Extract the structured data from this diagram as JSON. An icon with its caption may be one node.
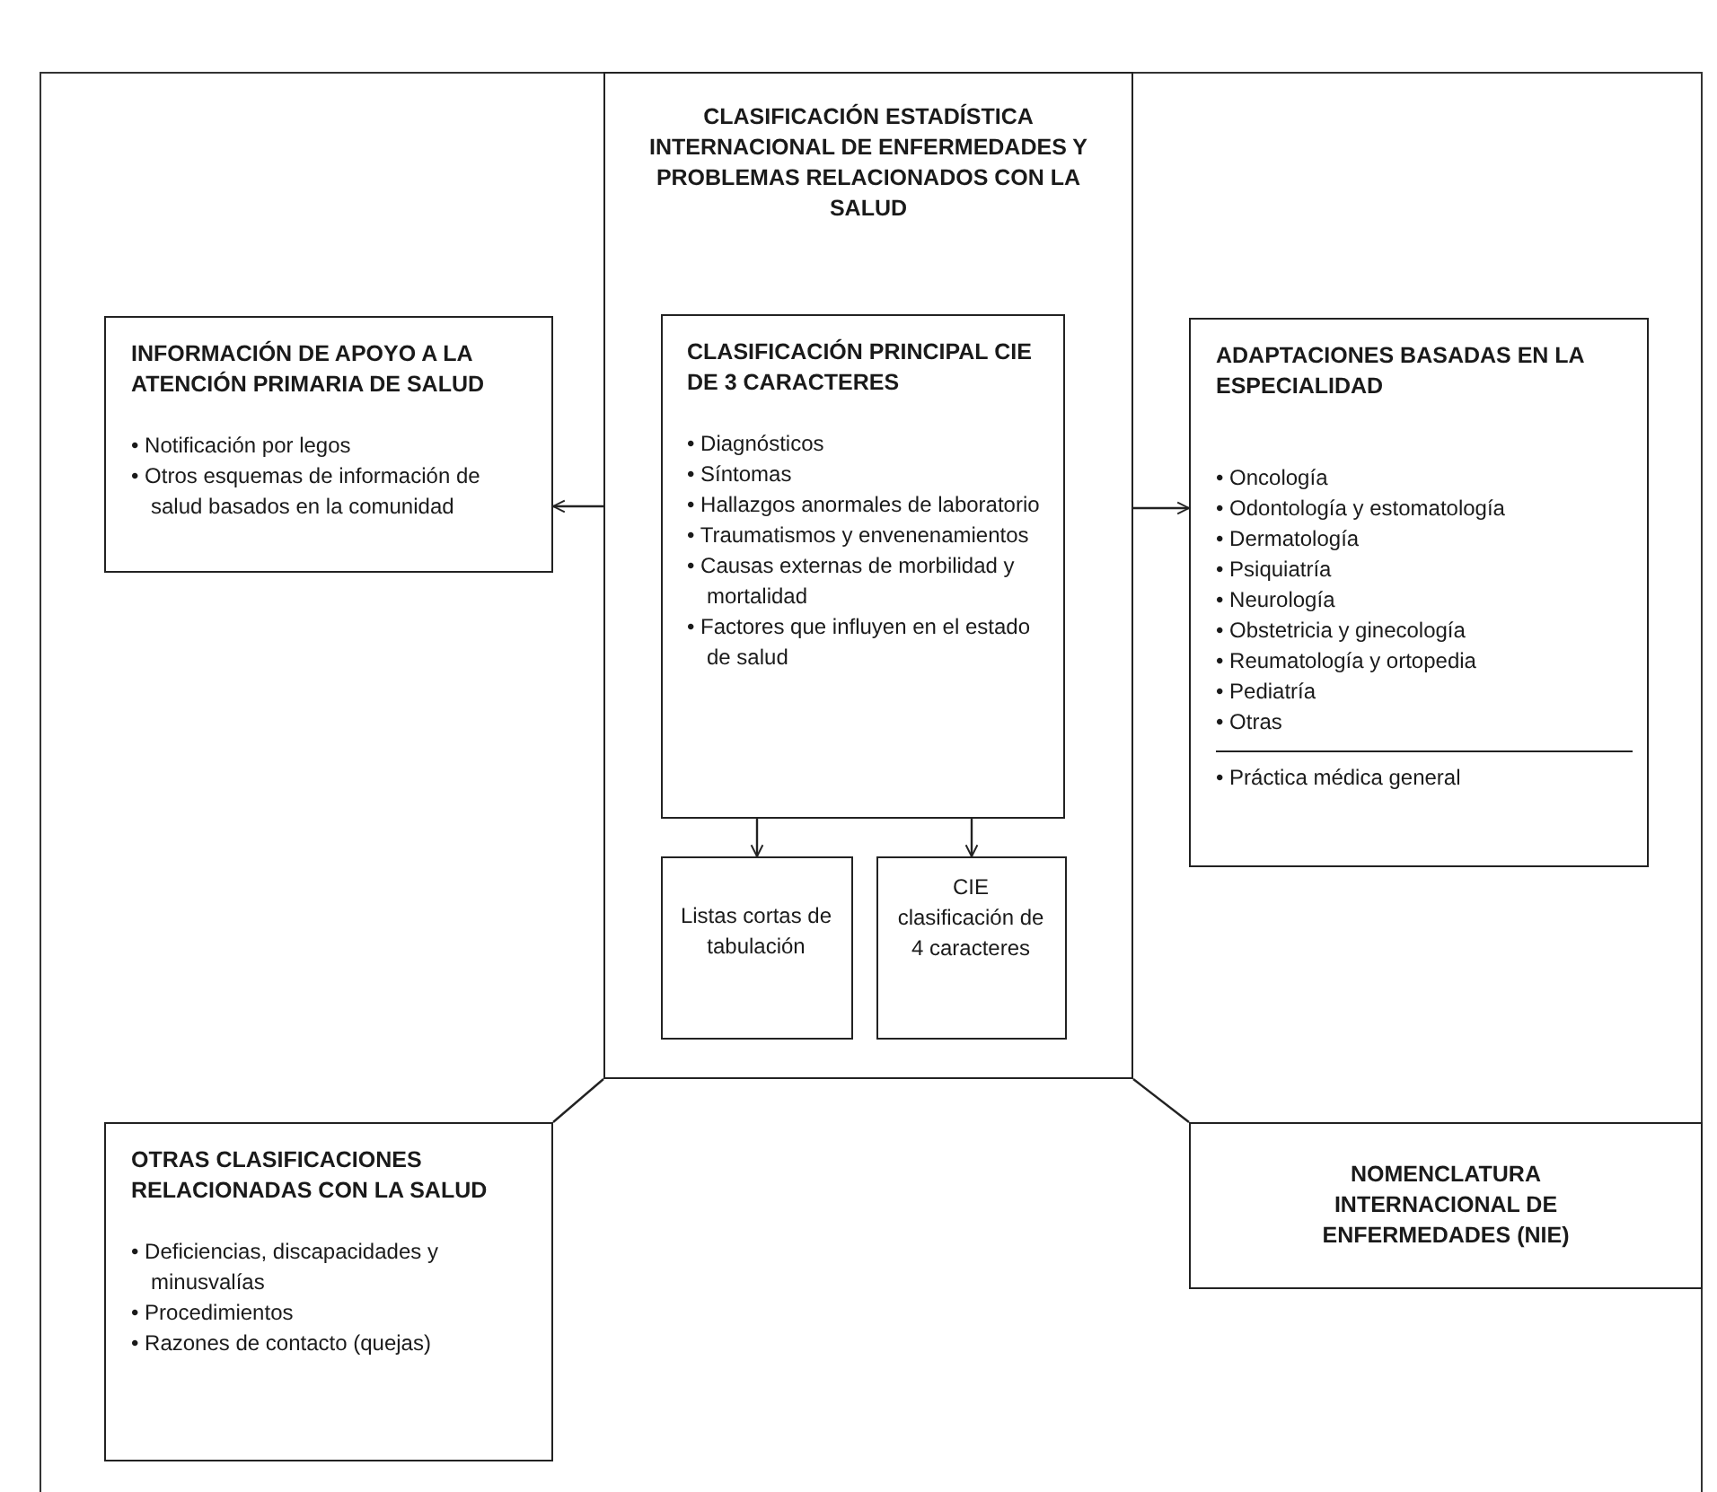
{
  "diagram": {
    "nodes": [
      {
        "text": [
          "CLASIFICACIÓN ESTADÍSTICA INTERNACIONAL DE ENFERMEDADES Y PROBLEMAS RELACIONADOS CON LA SALUD"
        ]
      },
      {
        "text": [
          "CLASIFICACIÓN PRINCIPAL CIE DE 3 CARACTERES",
          "• Diagnósticos",
          "• Síntomas",
          "• Hallazgos anormales de laboratorio",
          "• Traumatismos y envenenamientos",
          "• Causas externas de morbilidad y mortalidad",
          "• Factores que influyen en el estado de salud"
        ],
        "in": 0
      },
      {
        "text": [
          "Listas cortas de tabulación"
        ],
        "in": 0
      },
      {
        "text": [
          "CIE clasificación de 4 caracteres"
        ],
        "in": 0
      },
      {
        "text": [
          "INFORMACIÓN DE APOYO A LA ATENCIÓN PRIMARIA DE SALUD",
          "• Notificación por legos",
          "• Otros esquemas de información de salud basados en la comunidad"
        ]
      },
      {
        "text": [
          "ADAPTACIONES BASADAS EN LA ESPECIALIDAD",
          "• Oncología",
          "• Odontología y estomatología",
          "• Dermatología",
          "• Psiquiatría",
          "• Neurología",
          "• Obstetricia y ginecología",
          "• Reumatología y ortopedia",
          "• Pediatría",
          "• Otras",
          "• Práctica médica general"
        ]
      },
      {
        "text": [
          "OTRAS CLASIFICACIONES RELACIONADAS CON LA SALUD",
          "• Deficiencias, discapacidades y minusvalías",
          "• Procedimientos",
          "• Razones de contacto (quejas)"
        ]
      },
      {
        "text": [
          "NOMENCLATURA INTERNACIONAL DE ENFERMEDADES (NIE)"
        ]
      }
    ],
    "edges": [
      {
        "from": 0,
        "to": 4,
        "arrow": "to"
      },
      {
        "from": 0,
        "to": 5,
        "arrow": "to"
      },
      {
        "from": 1,
        "to": 2,
        "arrow": "to"
      },
      {
        "from": 1,
        "to": 3,
        "arrow": "to"
      },
      {
        "from": 0,
        "to": 6,
        "arrow": "none"
      },
      {
        "from": 0,
        "to": 7,
        "arrow": "none"
      }
    ]
  }
}
